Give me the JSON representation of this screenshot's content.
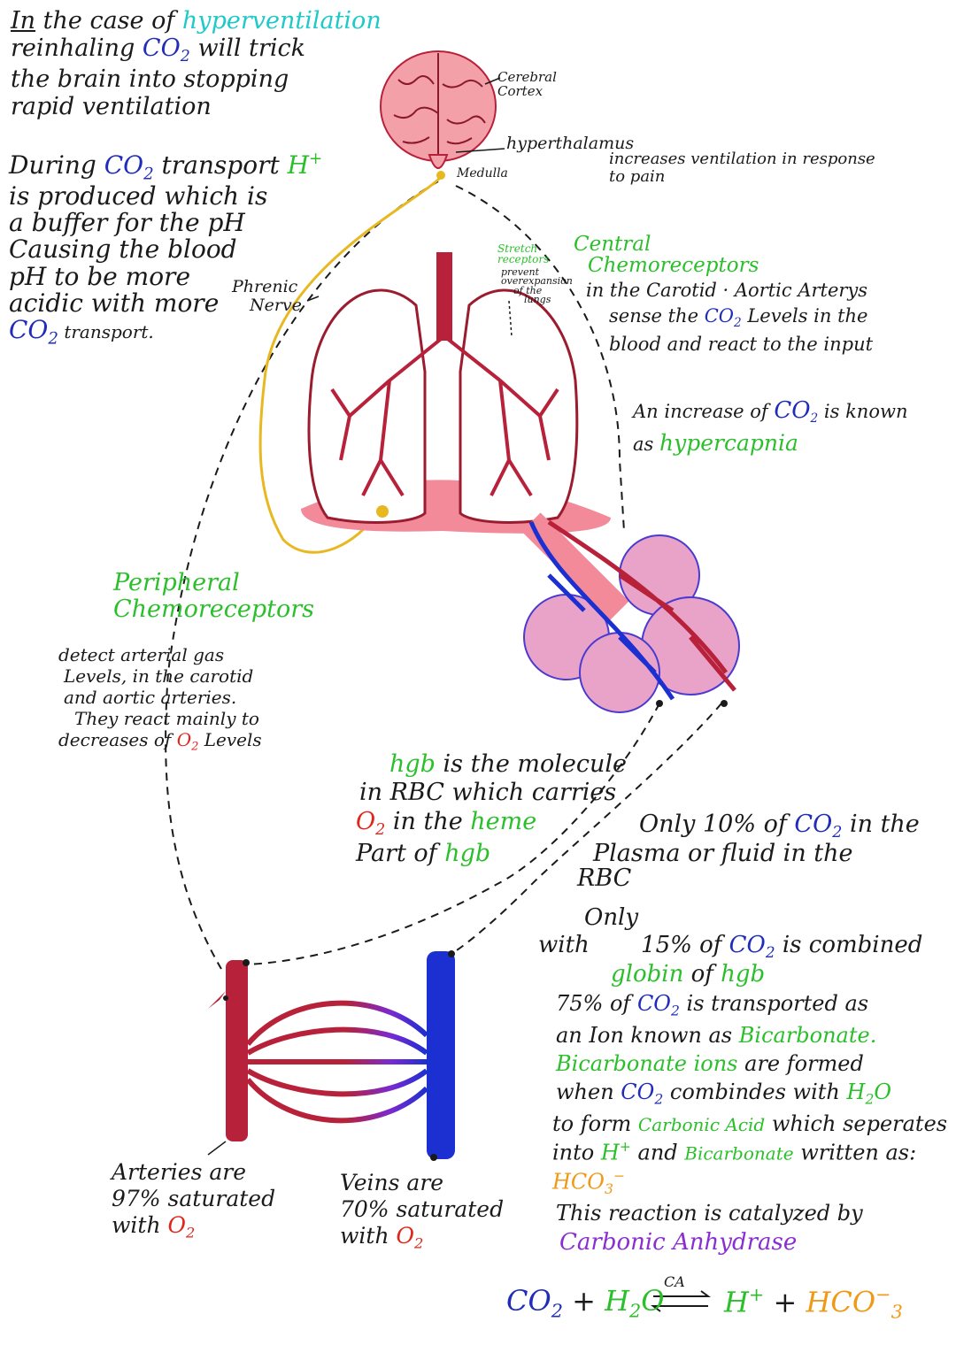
{
  "hypervent": {
    "word_in": "In",
    "the_case_of": " the case of ",
    "term": "hyperventilation",
    "line2_pre": "reinhaling ",
    "co": "CO",
    "two": "2",
    "line2_post": " will trick",
    "line3": "the brain into stopping",
    "line4": "rapid ventilation"
  },
  "co2_transport": {
    "l1_pre": "During ",
    "co": "CO",
    "two": "2",
    "l1_mid": " transport ",
    "h": "H",
    "plus": "+",
    "l2": "is produced which is",
    "l3": "a buffer for the pH",
    "l4": "Causing the blood",
    "l5": "pH to be more",
    "l6": "acidic with more",
    "l7_co": "CO",
    "l7_two": "2",
    "l7_post": " transport."
  },
  "brain_labels": {
    "cortex_1": "Cerebral",
    "cortex_2": "Cortex",
    "hypothalamus": "hyperthalamus",
    "hypo_note_1": "increases ventilation in response",
    "hypo_note_2": "to pain",
    "medulla": "Medulla"
  },
  "lung_labels": {
    "stretch_1": "Stretch",
    "stretch_2": "receptors",
    "stretch_3": "prevent",
    "stretch_4": "overexpansion",
    "stretch_5": "of the",
    "stretch_6": "lungs",
    "phrenic_1": "Phrenic",
    "phrenic_2": "Nerve"
  },
  "central": {
    "title_1": "Central",
    "title_2": "Chemoreceptors",
    "l1": "in the Carotid · Aortic Arterys",
    "l2_pre": "sense the ",
    "co": "CO",
    "two": "2",
    "l2_post": " Levels in the",
    "l3": "blood and react to the input"
  },
  "hypercapnia": {
    "l1_pre": "An increase of ",
    "co": "CO",
    "two": "2",
    "l1_post": " is known",
    "l2_pre": "as ",
    "term": "hypercapnia"
  },
  "peripheral": {
    "title_1": "Peripheral",
    "title_2": "Chemoreceptors",
    "l1": "detect arterial gas",
    "l2": "Levels, in the carotid",
    "l3": "and aortic arteries.",
    "l4": "They react mainly to",
    "l5_pre": "decreases of ",
    "o": "O",
    "two": "2",
    "l5_post": " Levels"
  },
  "hgb": {
    "term": "hgb",
    "l1_post": " is the molecule",
    "l2": "in RBC which carries",
    "o": "O",
    "two": "2",
    "l3_mid": " in the ",
    "heme": "heme",
    "l4_pre": "Part of ",
    "term2": "hgb"
  },
  "plasma": {
    "l1_pre": "Only 10% of ",
    "co": "CO",
    "two": "2",
    "l1_post": " in the",
    "l2": "Plasma or fluid in the",
    "l3": "RBC"
  },
  "globin": {
    "only": "Only",
    "with": "with",
    "l1": " 15% of ",
    "co": "CO",
    "two": "2",
    "l1_post": " is combined",
    "globin": "globin",
    "of": " of ",
    "hgb": "hgb"
  },
  "bicarb": {
    "l1_pre": "75% of ",
    "co": "CO",
    "two": "2",
    "l1_post": " is transported as",
    "l2_pre": "an Ion known as ",
    "bicarbonate": "Bicarbonate.",
    "l3_g": "Bicarbonate ions",
    "l3_post": " are formed",
    "l4_pre": "when ",
    "l4_co": "CO",
    "l4_two": "2",
    "l4_mid": " combindes with ",
    "l4_h": "H",
    "l4_h2": "2",
    "l4_o": "O",
    "l5_pre": "to form ",
    "carbonic": "Carbonic Acid",
    "l5_post": " which seperates",
    "l6_pre": "into ",
    "l6_h": "H",
    "l6_plus": "+",
    "l6_and": " and ",
    "l6_bic": "Bicarbonate",
    "l6_post": " written as:",
    "hco": "HCO",
    "hco_3": "3",
    "hco_minus": "−",
    "l7": "This reaction is catalyzed by",
    "enzyme": "Carbonic Anhydrase"
  },
  "arteries": {
    "l1": "Arteries are",
    "l2": "97% saturated",
    "l3_pre": "with ",
    "o": "O",
    "two": "2"
  },
  "veins": {
    "l1": "Veins are",
    "l2": "70% saturated",
    "l3_pre": "with ",
    "o": "O",
    "two": "2"
  },
  "equation": {
    "co": "CO",
    "co_2": "2",
    "plus1": " + ",
    "h": "H",
    "h_2": "2",
    "o": "O",
    "catalyst": "CA",
    "hplus": "H",
    "hplus_sup": "+",
    "plus2": " + ",
    "hco": "HCO",
    "hco_sup": "−",
    "hco_sub": "3"
  },
  "colors": {
    "artery": "#b8213a",
    "vein": "#1c2fd0",
    "lung_fill": "#f2a6a8",
    "nerve": "#e8b820",
    "green_text": "#2bbf2b",
    "blue_text": "#1f2db8"
  }
}
